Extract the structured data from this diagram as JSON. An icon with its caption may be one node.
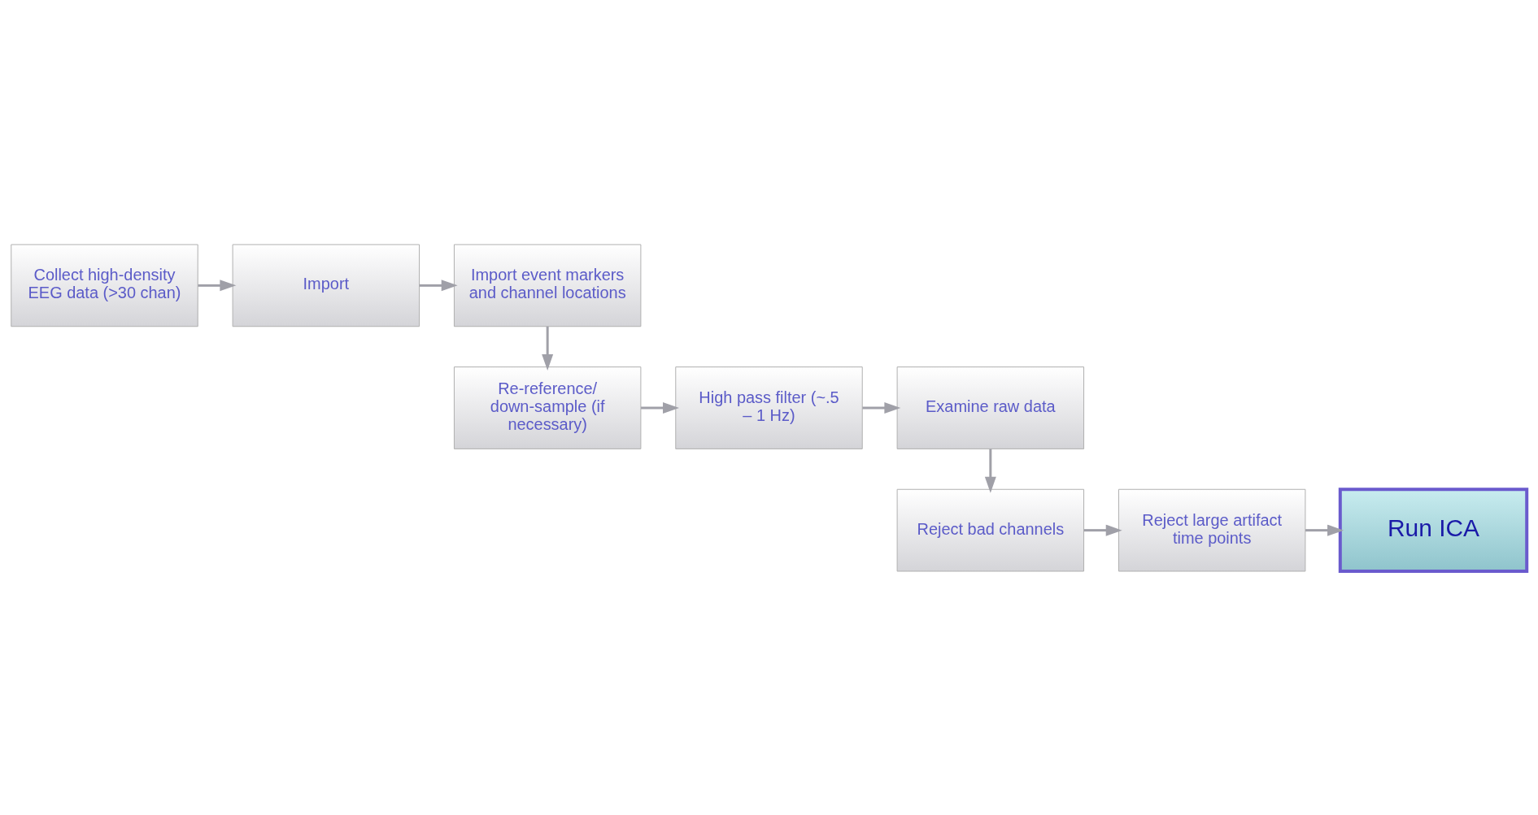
{
  "diagram": {
    "nodes": [
      {
        "text": [
          "Collect high-density EEG data (>30 chan)"
        ]
      },
      {
        "text": [
          "Import"
        ]
      },
      {
        "text": [
          "Import event markers and channel locations"
        ]
      },
      {
        "text": [
          "Re-reference/ down-sample (if necessary)"
        ]
      },
      {
        "text": [
          "High pass filter (~.5 – 1 Hz)"
        ]
      },
      {
        "text": [
          "Examine raw data"
        ]
      },
      {
        "text": [
          "Reject bad channels"
        ]
      },
      {
        "text": [
          "Reject large artifact time points"
        ]
      },
      {
        "text": [
          "Run ICA"
        ]
      }
    ],
    "edges": [
      {
        "from": 0,
        "to": 1,
        "arrow": "to"
      },
      {
        "from": 1,
        "to": 2,
        "arrow": "to"
      },
      {
        "from": 2,
        "to": 3,
        "arrow": "to"
      },
      {
        "from": 3,
        "to": 4,
        "arrow": "to"
      },
      {
        "from": 4,
        "to": 5,
        "arrow": "to"
      },
      {
        "from": 5,
        "to": 6,
        "arrow": "to"
      },
      {
        "from": 6,
        "to": 7,
        "arrow": "to"
      },
      {
        "from": 7,
        "to": 8,
        "arrow": "to"
      }
    ]
  }
}
